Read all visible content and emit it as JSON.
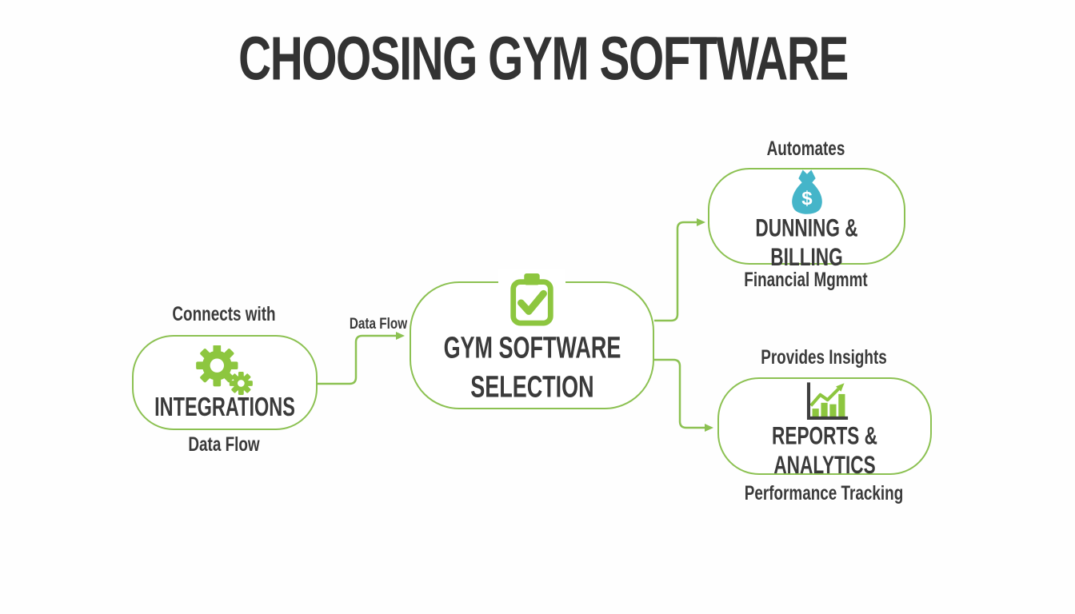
{
  "title": "CHOOSING GYM SOFTWARE",
  "colors": {
    "line_green": "#8CC152",
    "icon_green": "#8dc63f",
    "icon_teal": "#45b5c9",
    "text_dark": "#3a3a3a",
    "axis_dark": "#3f3f3f"
  },
  "nodes": {
    "integrations": {
      "label": "INTEGRATIONS",
      "top_label": "Connects with",
      "bottom_label": "Data Flow",
      "icon": "gears-icon"
    },
    "selection": {
      "label": "GYM SOFTWARE\nSELECTION",
      "icon": "clipboard-check-icon"
    },
    "dunning": {
      "label": "DUNNING & BILLING",
      "top_label": "Automates",
      "bottom_label": "Financial Mgmmt",
      "icon": "money-bag-icon"
    },
    "reports": {
      "label": "REPORTS & ANALYTICS",
      "top_label": "Provides Insights",
      "bottom_label": "Performance Tracking",
      "icon": "bar-chart-icon"
    }
  },
  "connectors": {
    "integrations_to_selection": {
      "label": "Data Flow"
    },
    "selection_to_dunning": {
      "label": ""
    },
    "selection_to_reports": {
      "label": ""
    }
  },
  "icons": {
    "money_bag_symbol": "$"
  }
}
